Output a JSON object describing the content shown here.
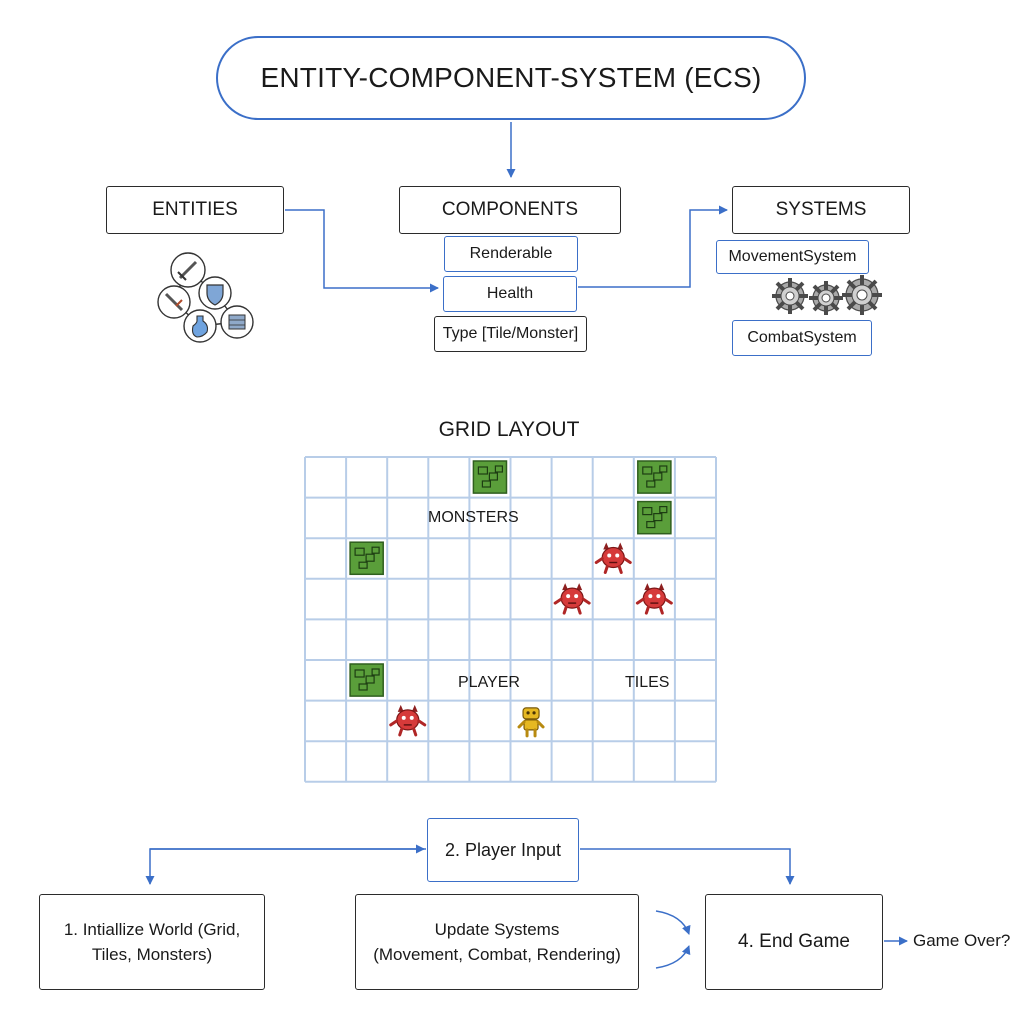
{
  "title": "ENTITY-COMPONENT-SYSTEM (ECS)",
  "entities": {
    "label": "ENTITIES",
    "icons": [
      "sword-icon",
      "shield-icon",
      "sword-icon",
      "potion-icon",
      "wall-icon"
    ]
  },
  "components": {
    "label": "COMPONENTS",
    "items": [
      "Renderable",
      "Health",
      "Type [Tile/Monster]"
    ]
  },
  "systems": {
    "label": "SYSTEMS",
    "items": [
      "MovementSystem",
      "CombatSystem"
    ],
    "icon": "gears-icon"
  },
  "grid": {
    "title": "GRID LAYOUT",
    "columns": 10,
    "rows": 8,
    "labels": {
      "monsters": "MONSTERS",
      "player": "PLAYER",
      "tiles": "TILES"
    },
    "tiles": [
      [
        4,
        0
      ],
      [
        8,
        0
      ],
      [
        8,
        1
      ],
      [
        1,
        2
      ],
      [
        1,
        5
      ]
    ],
    "monsters": [
      [
        7,
        2
      ],
      [
        6,
        3
      ],
      [
        8,
        3
      ],
      [
        2,
        6
      ]
    ],
    "player": [
      [
        5,
        6
      ]
    ],
    "colors": {
      "tile": "#5a9e3a",
      "monster": "#d63a3a",
      "player": "#e6b822",
      "grid_line": "#b8cde8"
    }
  },
  "flow": {
    "step1": [
      "1. Intiallize World (Grid,",
      "Tiles, Monsters)"
    ],
    "step2": "2. Player Input",
    "step3": [
      "Update Systems",
      "(Movement, Combat, Rendering)"
    ],
    "step4": "4. End Game",
    "end": "Game Over?"
  },
  "colors": {
    "accent": "#3b6fc8",
    "border": "#2b2b2b"
  }
}
